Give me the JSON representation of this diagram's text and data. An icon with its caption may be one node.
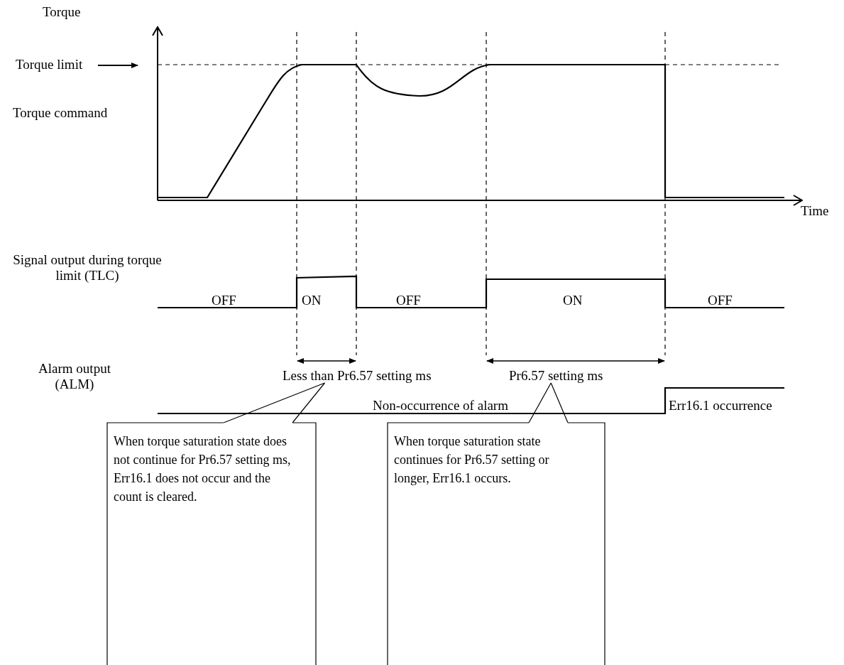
{
  "diagram": {
    "nodes": [
      {
        "text": [
          "Torque limit"
        ]
      },
      {
        "text": [
          "When torque saturation state does not continue for Pr6.57 setting ms, Err16.1 does not occur and the count is cleared."
        ]
      },
      {
        "text": [
          "When torque saturation state continues for Pr6.57 setting or longer, Err16.1 occurs."
        ]
      },
      {
        "text": [
          "Less than Pr6.57 setting ms"
        ]
      },
      {
        "text": [
          "Pr6.57 setting ms"
        ]
      }
    ],
    "edges": [
      {
        "from": 0,
        "to": null,
        "arrow": "to"
      },
      {
        "from": 1,
        "to": 3,
        "arrow": "none"
      },
      {
        "from": 2,
        "to": 4,
        "arrow": "none"
      }
    ],
    "labels": [
      "Torque",
      "Torque command",
      "Time",
      "Signal output during torque limit (TLC)",
      "OFF",
      "ON",
      "OFF",
      "ON",
      "OFF",
      "Alarm output (ALM)",
      "Non-occurrence of alarm",
      "Err16.1 occurrence"
    ]
  }
}
